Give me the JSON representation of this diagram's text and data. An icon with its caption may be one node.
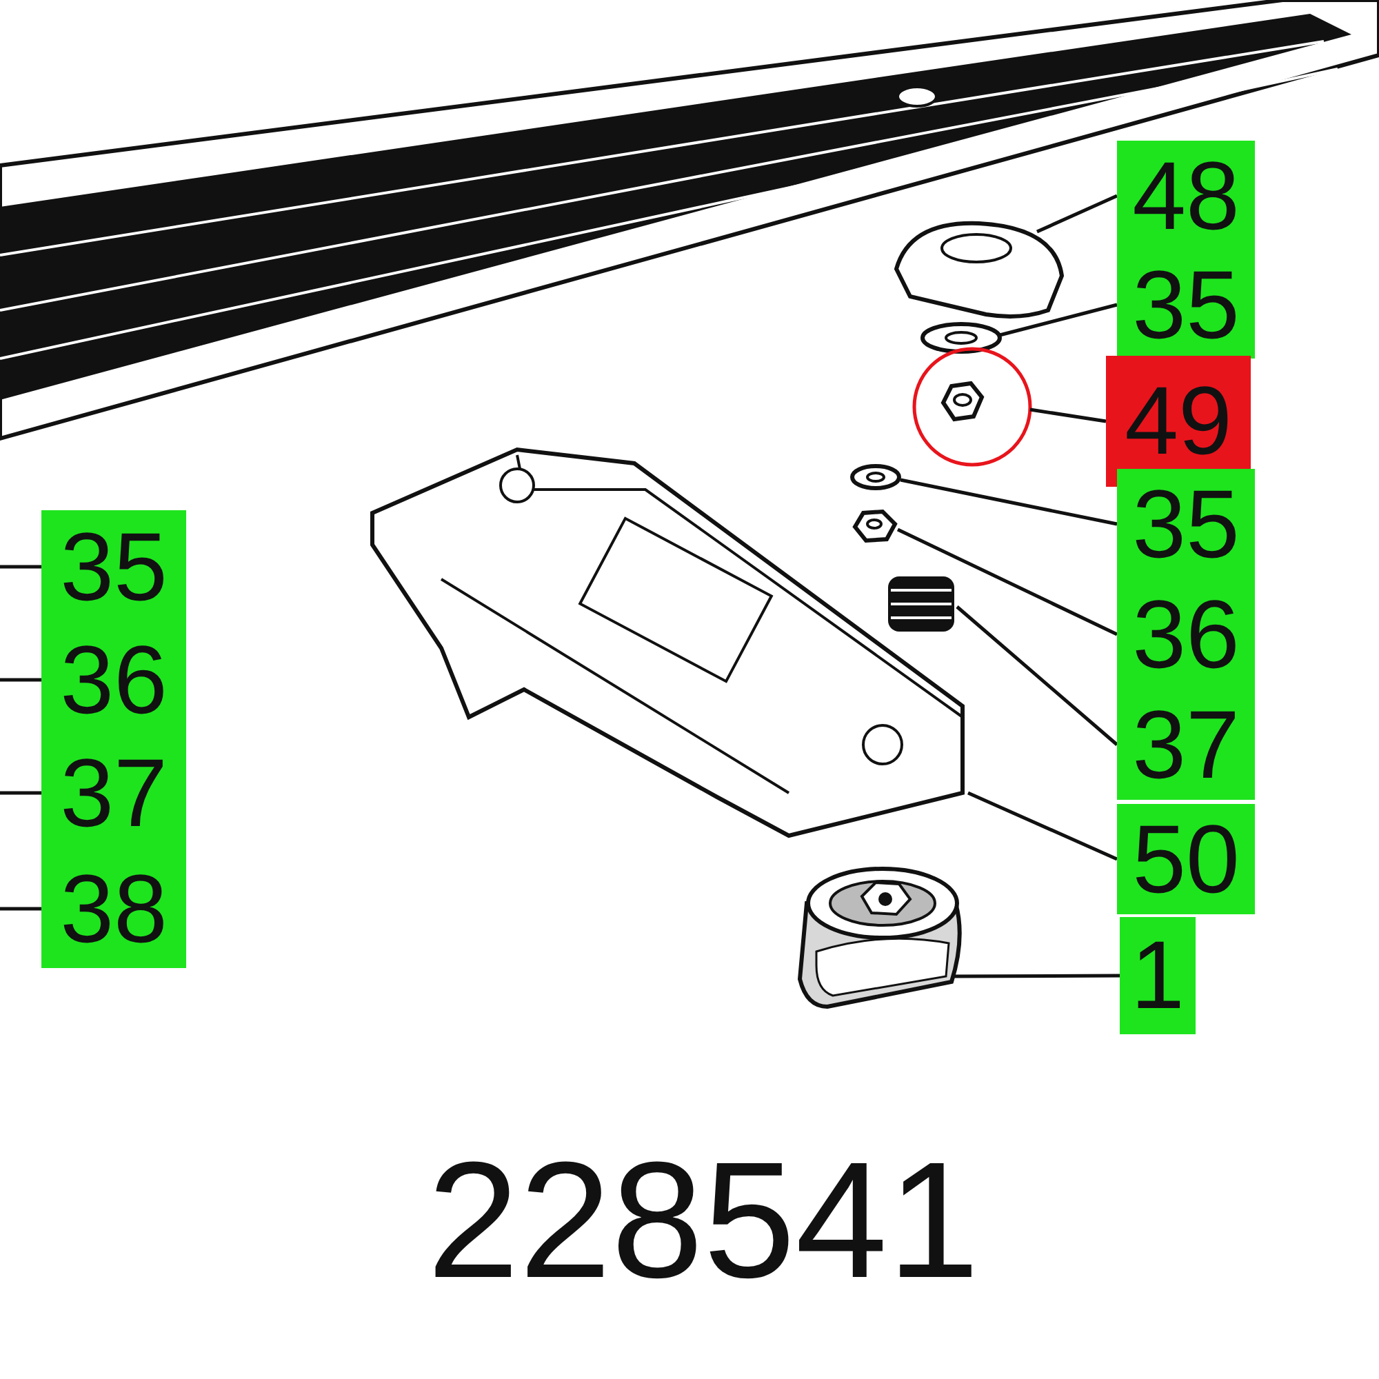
{
  "diagram": {
    "caption": "228541",
    "nodes": [
      {
        "text": [],
        "shape": "picture"
      },
      {
        "text": [
          "48"
        ]
      },
      {
        "text": [],
        "shape": "picture"
      },
      {
        "text": [
          "35"
        ]
      },
      {
        "text": [],
        "shape": "picture"
      },
      {
        "text": [
          "49"
        ]
      },
      {
        "text": [],
        "shape": "picture"
      },
      {
        "text": [
          "35"
        ]
      },
      {
        "text": [],
        "shape": "picture"
      },
      {
        "text": [
          "36"
        ]
      },
      {
        "text": [],
        "shape": "picture"
      },
      {
        "text": [
          "37"
        ]
      },
      {
        "text": [],
        "shape": "picture"
      },
      {
        "text": [
          "50"
        ]
      },
      {
        "text": [],
        "shape": "picture"
      },
      {
        "text": [
          "1"
        ]
      },
      {
        "text": [
          "35"
        ]
      },
      {
        "text": [
          "36"
        ]
      },
      {
        "text": [
          "37"
        ]
      },
      {
        "text": [
          "38"
        ]
      }
    ],
    "edges": [
      {
        "from": 1,
        "to": 0,
        "arrow": "none"
      },
      {
        "from": 3,
        "to": 2,
        "arrow": "none"
      },
      {
        "from": 5,
        "to": 4,
        "arrow": "none"
      },
      {
        "from": 7,
        "to": 6,
        "arrow": "none"
      },
      {
        "from": 9,
        "to": 8,
        "arrow": "none"
      },
      {
        "from": 11,
        "to": 10,
        "arrow": "none"
      },
      {
        "from": 13,
        "to": 12,
        "arrow": "none"
      },
      {
        "from": 15,
        "to": 14,
        "arrow": "none"
      },
      {
        "from": 16,
        "to": null,
        "arrow": "none"
      },
      {
        "from": 17,
        "to": null,
        "arrow": "none"
      },
      {
        "from": 18,
        "to": null,
        "arrow": "none"
      },
      {
        "from": 19,
        "to": null,
        "arrow": "none"
      }
    ]
  }
}
